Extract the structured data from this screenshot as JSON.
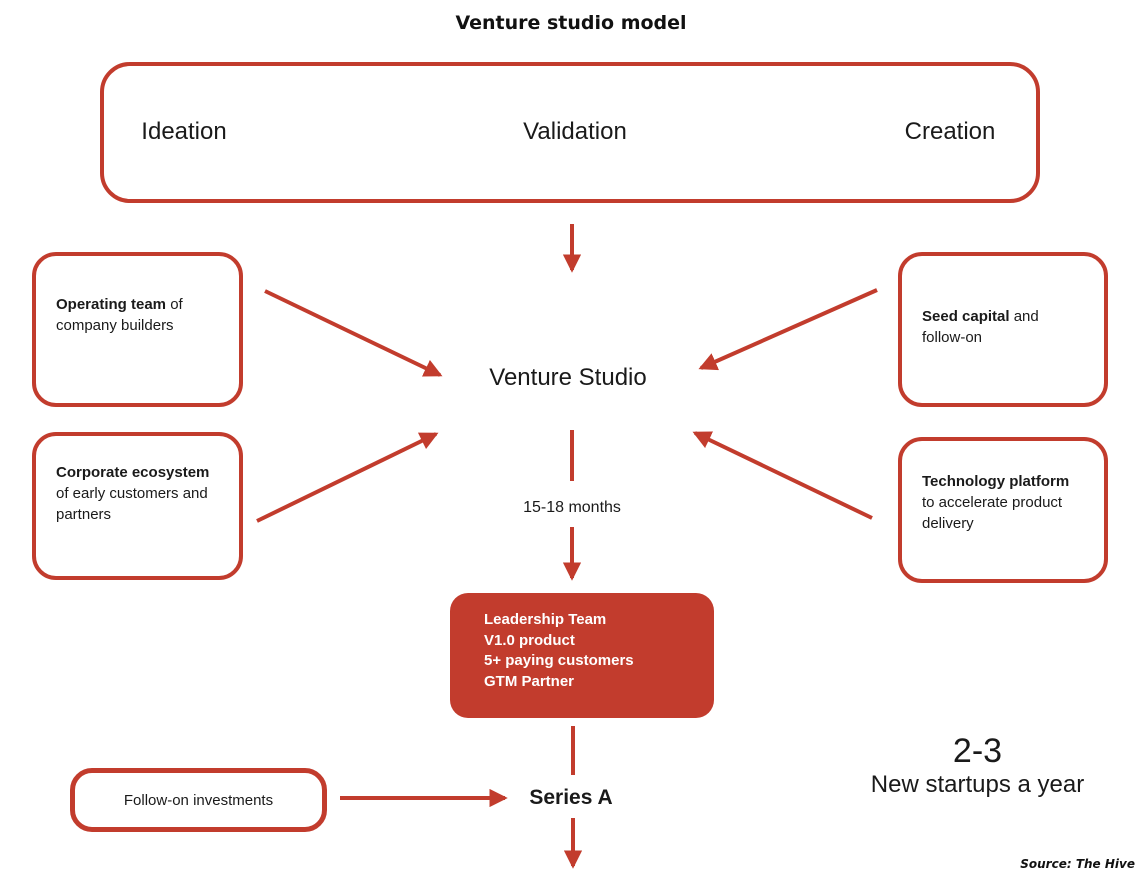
{
  "title": "Venture studio model",
  "colors": {
    "accent": "#C23C2D",
    "text": "#1a1a1a",
    "milestone_text": "#ffffff",
    "background": "#ffffff"
  },
  "pipeline": {
    "stages": [
      {
        "label": "Ideation"
      },
      {
        "label": "Validation"
      },
      {
        "label": "Creation"
      }
    ]
  },
  "hub": {
    "label": "Venture Studio",
    "duration_label": "15-18 months"
  },
  "inputs": {
    "operating_team": {
      "bold": "Operating team",
      "rest": " of company builders"
    },
    "corporate_ecosystem": {
      "bold": "Corporate ecosystem",
      "rest": " of early customers and partners"
    },
    "seed_capital": {
      "bold": "Seed capital",
      "rest": " and follow-on"
    },
    "technology_platform": {
      "bold": "Technology platform",
      "rest": " to accelerate product delivery"
    }
  },
  "milestones": {
    "lines": [
      "Leadership Team",
      "V1.0 product",
      "5+ paying customers",
      "GTM Partner"
    ]
  },
  "series_a": {
    "label": "Series A"
  },
  "follow_on": {
    "label": "Follow-on investments"
  },
  "output": {
    "count": "2-3",
    "label": "New startups a year"
  },
  "source": "Source: The Hive"
}
